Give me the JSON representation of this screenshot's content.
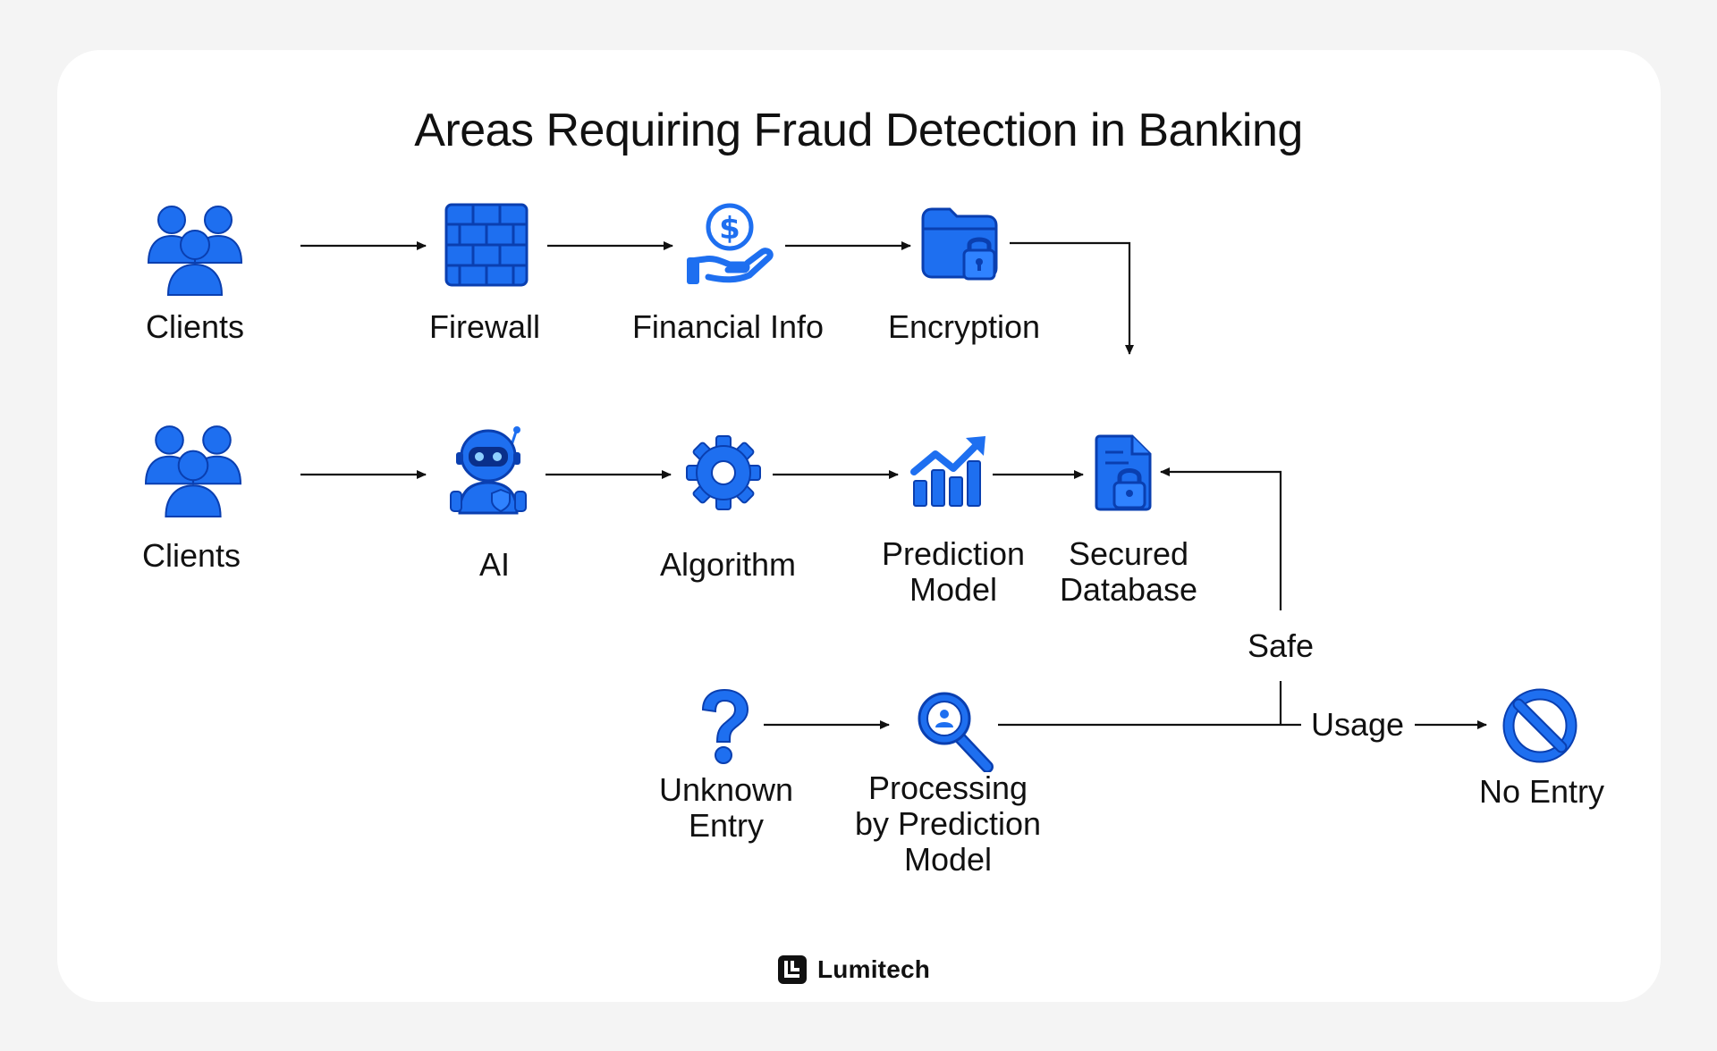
{
  "title": "Areas Requiring Fraud Detection in Banking",
  "colors": {
    "icon_blue": "#1e6ff0",
    "icon_dark": "#0a3fb0",
    "line": "#111111"
  },
  "row1": {
    "nodes": [
      {
        "label": "Clients",
        "icon": "users-group-icon"
      },
      {
        "label": "Firewall",
        "icon": "firewall-icon"
      },
      {
        "label": "Financial Info",
        "icon": "hand-dollar-icon"
      },
      {
        "label": "Encryption",
        "icon": "locked-folder-icon"
      }
    ]
  },
  "row2": {
    "nodes": [
      {
        "label": "Clients",
        "icon": "users-group-icon"
      },
      {
        "label": "AI",
        "icon": "robot-icon"
      },
      {
        "label": "Algorithm",
        "icon": "gear-icon"
      },
      {
        "label_line1": "Prediction",
        "label_line2": "Model",
        "icon": "chart-up-icon"
      },
      {
        "label_line1": "Secured",
        "label_line2": "Database",
        "icon": "locked-document-icon"
      }
    ]
  },
  "row3": {
    "nodes": [
      {
        "label_line1": "Unknown",
        "label_line2": "Entry",
        "icon": "question-mark-icon"
      },
      {
        "label_line1": "Processing",
        "label_line2": "by Prediction",
        "label_line3": "Model",
        "icon": "magnifier-user-icon"
      },
      {
        "label": "No Entry",
        "icon": "no-entry-icon"
      }
    ]
  },
  "edge_labels": {
    "safe": "Safe",
    "usage": "Usage"
  },
  "brand": {
    "name": "Lumitech",
    "icon": "lumitech-logo-icon"
  }
}
